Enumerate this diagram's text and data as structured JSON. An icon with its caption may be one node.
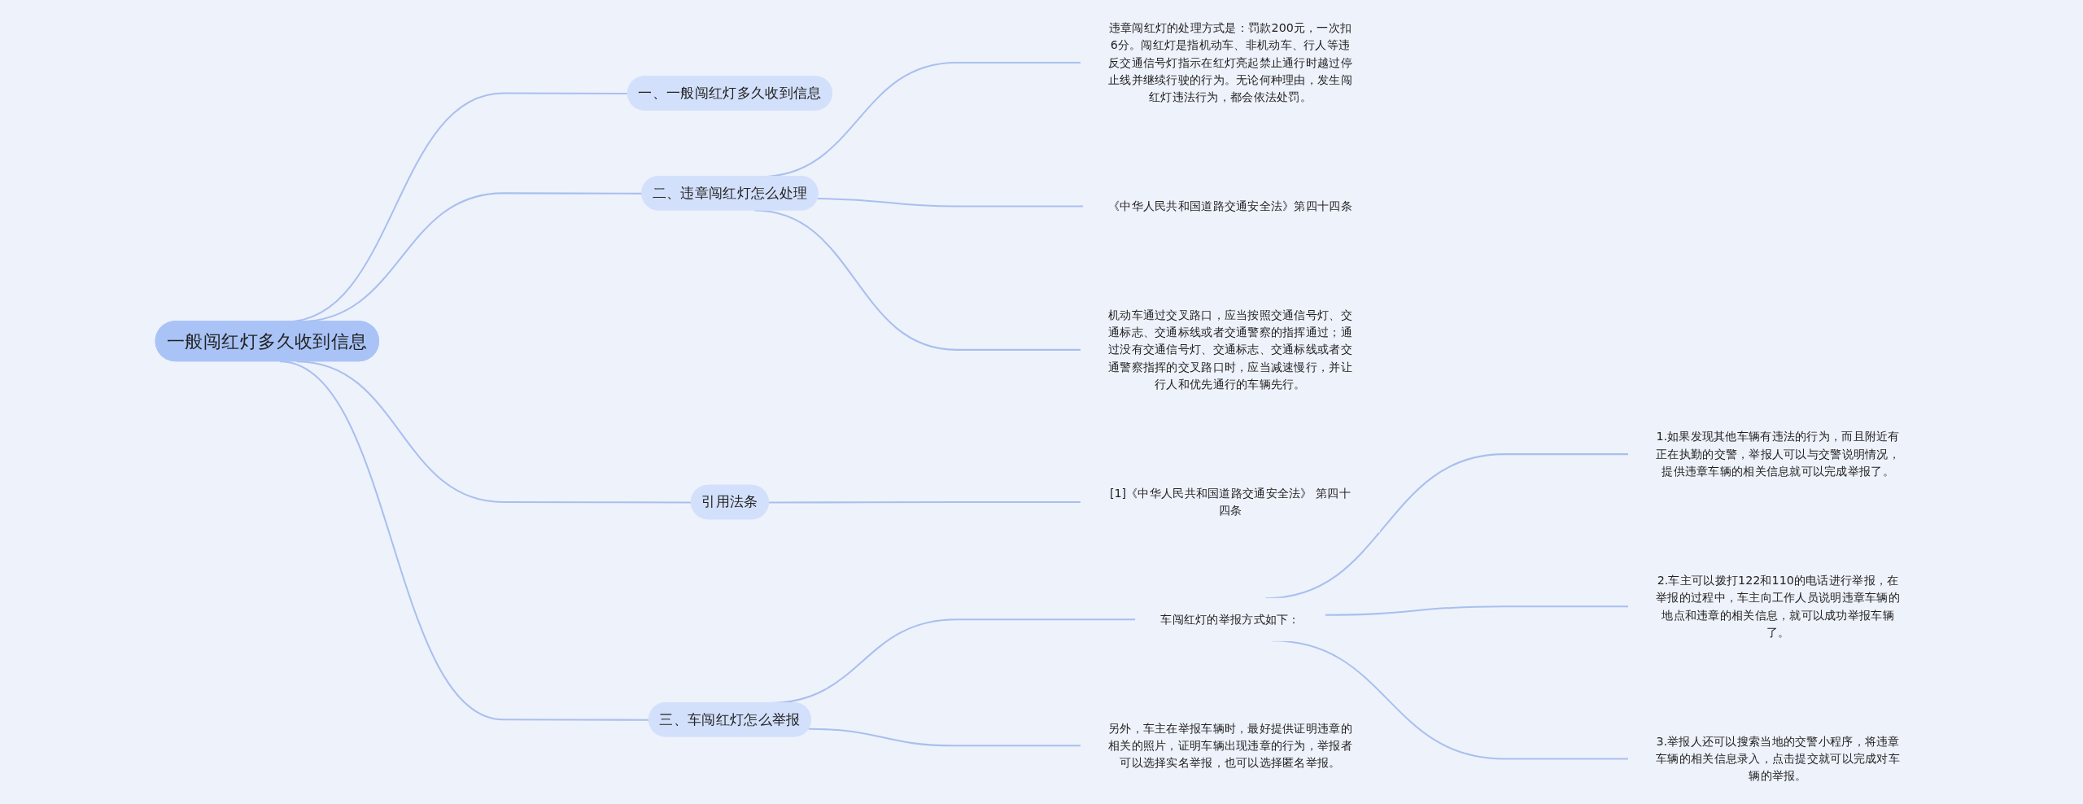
{
  "diagram": {
    "nodes": [
      {
        "text": [
          "一般闯红灯多久收到信息"
        ]
      },
      {
        "text": [
          "一、一般闯红灯多久收到信息"
        ]
      },
      {
        "text": [
          "二、违章闯红灯怎么处理"
        ]
      },
      {
        "text": [
          "违章闯红灯的处理方式是：罚款200元，一次扣6分。闯红灯是指机动车、非机动车、行人等违反交通信号灯指示在红灯亮起禁止通行时越过停止线并继续行驶的行为。无论何种理由，发生闯红灯违法行为，都会依法处罚。"
        ]
      },
      {
        "text": [
          "《中华人民共和国道路交通安全法》第四十四条"
        ]
      },
      {
        "text": [
          "机动车通过交叉路口，应当按照交通信号灯、交通标志、交通标线或者交通警察的指挥通过；通过没有交通信号灯、交通标志、交通标线或者交通警察指挥的交叉路口时，应当减速慢行，并让行人和优先通行的车辆先行。"
        ]
      },
      {
        "text": [
          "引用法条"
        ]
      },
      {
        "text": [
          "[1]《中华人民共和国道路交通安全法》 第四十四条"
        ]
      },
      {
        "text": [
          "三、车闯红灯怎么举报"
        ]
      },
      {
        "text": [
          "车闯红灯的举报方式如下："
        ]
      },
      {
        "text": [
          "1.如果发现其他车辆有违法的行为，而且附近有正在执勤的交警，举报人可以与交警说明情况，提供违章车辆的相关信息就可以完成举报了。"
        ]
      },
      {
        "text": [
          "2.车主可以拨打122和110的电话进行举报，在举报的过程中，车主向工作人员说明违章车辆的地点和违章的相关信息，就可以成功举报车辆了。"
        ]
      },
      {
        "text": [
          "3.举报人还可以搜索当地的交警小程序，将违章车辆的相关信息录入，点击提交就可以完成对车辆的举报。"
        ]
      },
      {
        "text": [
          "另外，车主在举报车辆时，最好提供证明违章的相关的照片，证明车辆出现违章的行为，举报者可以选择实名举报，也可以选择匿名举报。"
        ]
      }
    ],
    "edges": [
      {
        "from": 0,
        "to": 1,
        "arrow": "none"
      },
      {
        "from": 0,
        "to": 2,
        "arrow": "none"
      },
      {
        "from": 2,
        "to": 3,
        "arrow": "none"
      },
      {
        "from": 2,
        "to": 4,
        "arrow": "none"
      },
      {
        "from": 2,
        "to": 5,
        "arrow": "none"
      },
      {
        "from": 0,
        "to": 6,
        "arrow": "none"
      },
      {
        "from": 6,
        "to": 7,
        "arrow": "none"
      },
      {
        "from": 0,
        "to": 8,
        "arrow": "none"
      },
      {
        "from": 8,
        "to": 9,
        "arrow": "none"
      },
      {
        "from": 9,
        "to": 10,
        "arrow": "none"
      },
      {
        "from": 9,
        "to": 11,
        "arrow": "none"
      },
      {
        "from": 9,
        "to": 12,
        "arrow": "none"
      },
      {
        "from": 8,
        "to": 13,
        "arrow": "none"
      }
    ]
  }
}
